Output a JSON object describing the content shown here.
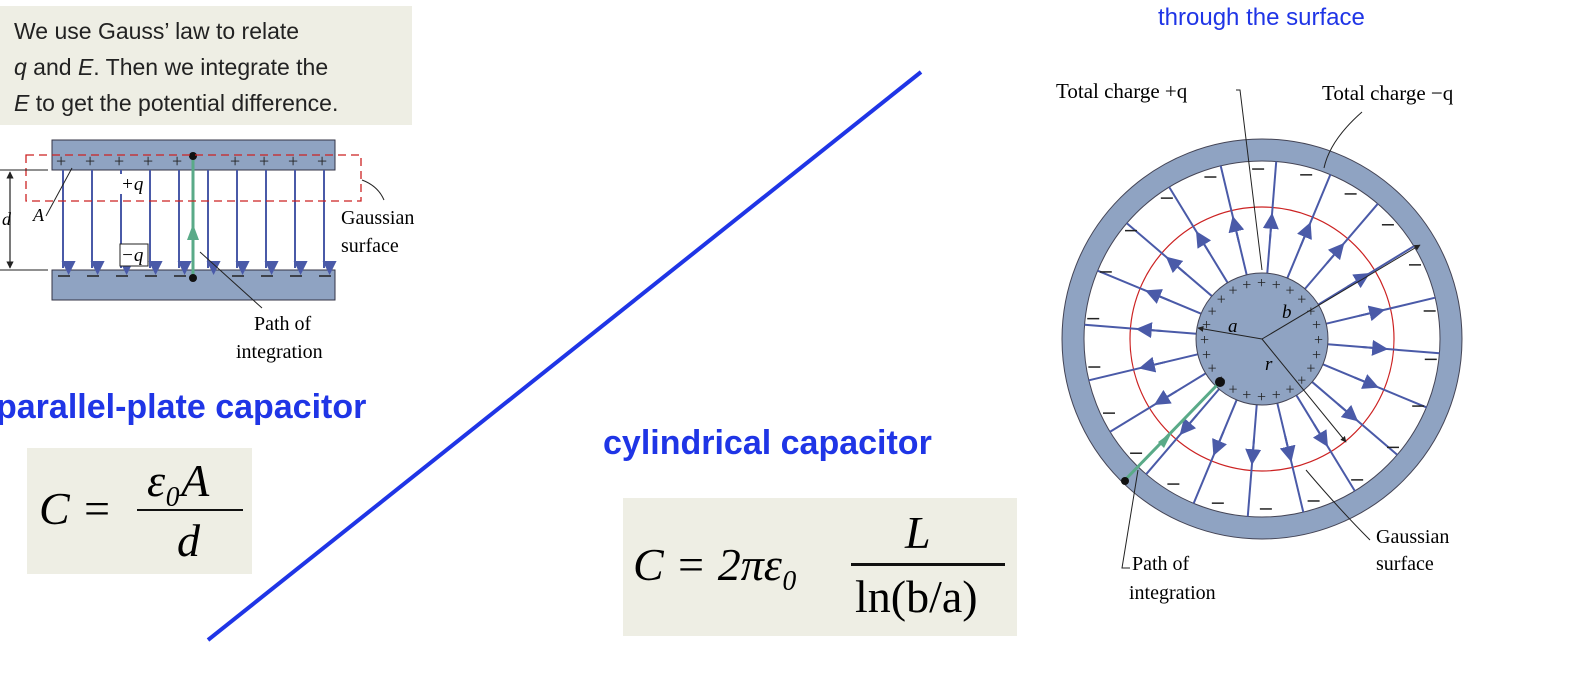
{
  "top_right_caption": "through the surface",
  "note": {
    "line1": "We use Gauss’ law to relate",
    "line2_q": "q",
    "line2_rest": " and ",
    "line2_E": "E",
    "line2_end": ". Then we integrate the",
    "line3_E": "E",
    "line3_rest": " to get the potential difference."
  },
  "parallel": {
    "heading": "parallel-plate capacitor",
    "label_plus_q": "+q",
    "label_minus_q": "−q",
    "label_A": "A",
    "label_d": "d",
    "gaussian_1": "Gaussian",
    "gaussian_2": "surface",
    "path_1": "Path of",
    "path_2": "integration",
    "formula": {
      "lhs": "C =",
      "num": "ε₀A",
      "den": "d"
    }
  },
  "cylindrical": {
    "heading": "cylindrical capacitor",
    "total_plus": "Total charge +q",
    "total_minus": "Total charge −q",
    "label_a": "a",
    "label_b": "b",
    "label_r": "r",
    "gaussian_1": "Gaussian",
    "gaussian_2": "surface",
    "path_1": "Path of",
    "path_2": "integration",
    "formula": {
      "lhs": "C = 2πε₀",
      "num": "L",
      "den": "ln(b/a)"
    }
  },
  "colors": {
    "accent_blue": "#1f35e6",
    "plate": "#8fa3c2",
    "field_line": "#4a5aa8",
    "gaussian_red": "#cc2222",
    "path_green": "#5aaa88",
    "box_bg": "#eeeee4"
  }
}
